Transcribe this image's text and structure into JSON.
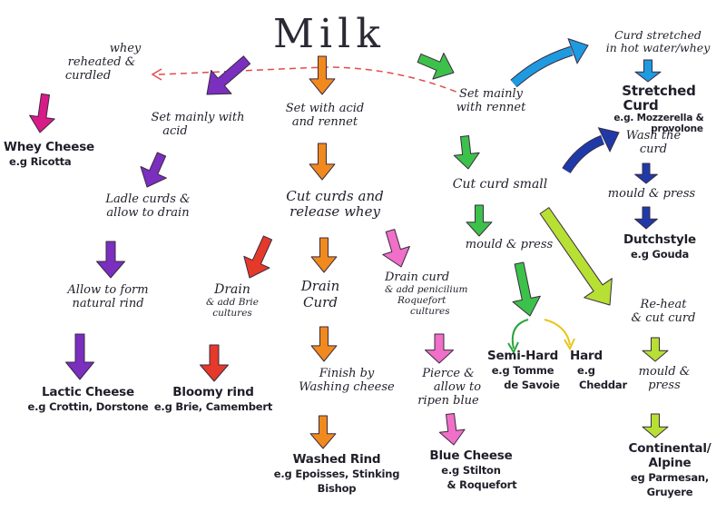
{
  "title": "Milk",
  "nodes": {
    "whey": {
      "l1": "whey",
      "l2": "reheated &",
      "l3": "curdled"
    },
    "set_acid": {
      "l1": "Set mainly with",
      "l2": "acid"
    },
    "set_acid_rennet": {
      "l1": "Set with acid",
      "l2": "and rennet"
    },
    "set_rennet": {
      "l1": "Set mainly",
      "l2": "with rennet"
    },
    "curd_stretched": {
      "l1": "Curd stretched",
      "l2": "in hot water/whey"
    },
    "whey_cheese": {
      "l1": "Whey Cheese",
      "l2": "e.g Ricotta"
    },
    "stretched_curd": {
      "l1": "Stretched",
      "l2": "Curd",
      "l3": "e.g. Mozzerella &",
      "l4": "provolone"
    },
    "wash_curd": {
      "l1": "Wash the",
      "l2": "curd"
    },
    "ladle": {
      "l1": "Ladle curds &",
      "l2": "allow to drain"
    },
    "cut_release": {
      "l1": "Cut curds and",
      "l2": "release whey"
    },
    "cut_small": {
      "l1": "Cut curd small"
    },
    "mould_press_r": {
      "l1": "mould & press"
    },
    "mould_press_m": {
      "l1": "mould & press"
    },
    "dutch": {
      "l1": "Dutchstyle",
      "l2": "e.g Gouda"
    },
    "natural_rind": {
      "l1": "Allow to form",
      "l2": "natural rind"
    },
    "drain_brie": {
      "l1": "Drain",
      "l2": "& add Brie",
      "l3": "cultures"
    },
    "drain_curd": {
      "l1": "Drain",
      "l2": "Curd"
    },
    "drain_penicilium": {
      "l1": "Drain curd",
      "l2": "& add penicilium",
      "l3": "Roquefort",
      "l4": "cultures"
    },
    "reheat": {
      "l1": "Re-heat",
      "l2": "& cut curd"
    },
    "semi_hard": {
      "l1": "Semi-Hard",
      "l2": "e.g Tomme",
      "l3": "de Savoie"
    },
    "hard": {
      "l1": "Hard",
      "l2": "e.g",
      "l3": "Cheddar"
    },
    "lactic": {
      "l1": "Lactic Cheese",
      "l2": "e.g Crottin, Dorstone"
    },
    "bloomy": {
      "l1": "Bloomy rind",
      "l2": "e.g Brie, Camembert"
    },
    "finish_washing": {
      "l1": "Finish by",
      "l2": "Washing cheese"
    },
    "pierce": {
      "l1": "Pierce &",
      "l2": "allow to",
      "l3": "ripen blue"
    },
    "mould_press_lower": {
      "l1": "mould &",
      "l2": "press"
    },
    "washed_rind": {
      "l1": "Washed Rind",
      "l2": "e.g Epoisses, Stinking",
      "l3": "Bishop"
    },
    "blue": {
      "l1": "Blue Cheese",
      "l2": "e.g Stilton",
      "l3": "& Roquefort"
    },
    "continental": {
      "l1": "Continental/",
      "l2": "Alpine",
      "l3": "eg Parmesan,",
      "l4": "Gruyere"
    }
  },
  "colors": {
    "purple": "#7a2fbf",
    "orange": "#f08a1e",
    "green": "#3cc24a",
    "blue": "#1e9ae0",
    "navy": "#1f3aa8",
    "magenta": "#d81b86",
    "red": "#e5392a",
    "pink": "#f06fc8",
    "lime": "#b6e034",
    "yellow": "#f1d21c",
    "dashed": "#e24b4b",
    "ink": "#1f1f2a"
  }
}
